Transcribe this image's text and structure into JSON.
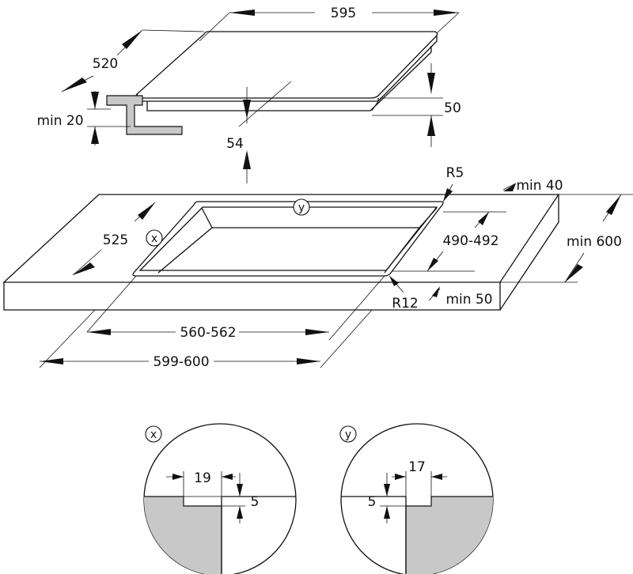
{
  "hob": {
    "width": "595",
    "depth": "520",
    "height": "50",
    "depth_below": "54",
    "clearance": "min 20"
  },
  "worktop": {
    "cutout_depth": "525",
    "corner_top": "R5",
    "front_margin": "min 40",
    "cutout_depth_range": "490-492",
    "worktop_depth": "min 600",
    "corner_bottom": "R12",
    "side_margin": "min 50",
    "cutout_width": "560-562",
    "outer_width": "599-600",
    "marker_x": "x",
    "marker_y": "y"
  },
  "details": {
    "x": {
      "marker": "x",
      "width": "19",
      "depth": "5"
    },
    "y": {
      "marker": "y",
      "width": "17",
      "depth": "5"
    }
  }
}
